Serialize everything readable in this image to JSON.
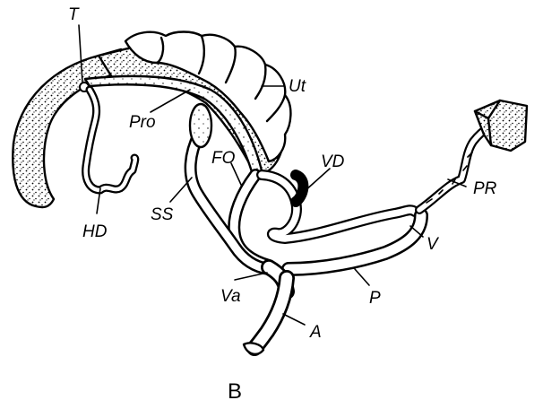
{
  "figure": {
    "caption": "B",
    "labels": {
      "T": "T",
      "Ut": "Ut",
      "Pro": "Pro",
      "FO": "FO",
      "VD": "VD",
      "PR": "PR",
      "SS": "SS",
      "HD": "HD",
      "V": "V",
      "Va": "Va",
      "P": "P",
      "A": "A"
    }
  }
}
